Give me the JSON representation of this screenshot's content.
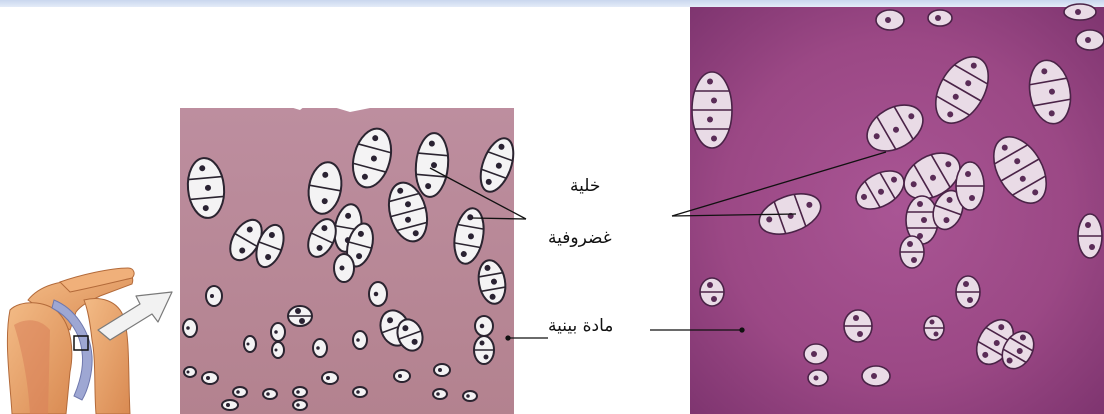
{
  "labels": {
    "cell_line1": "خلية",
    "cell_line2": "غضروفية",
    "matrix": "مادة بينية"
  },
  "colors": {
    "drawing_bg": "#b7879a",
    "drawing_bg_light": "#c49aab",
    "micrograph_bg": "#a04d8a",
    "micrograph_dark": "#7d2f6c",
    "cell_fill": "#f4f3f4",
    "cell_outline": "#2b2430",
    "nucleus": "#2a2232",
    "bone": "#e8a26a",
    "cartilage": "#9ea7d3",
    "arrow_fill": "#f2f2f2"
  },
  "icons": {
    "shoulder": "shoulder-joint-illustration",
    "arrow": "zoom-arrow-icon"
  }
}
